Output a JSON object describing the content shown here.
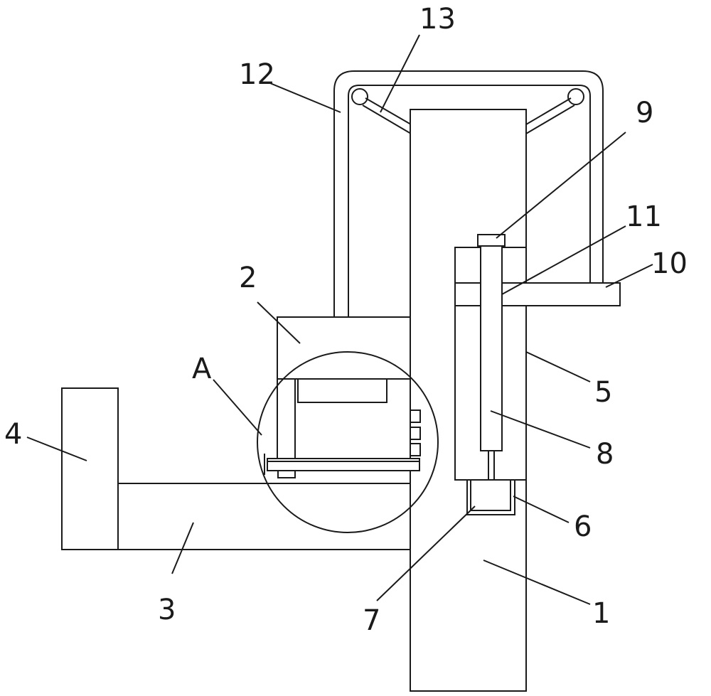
{
  "diagram": {
    "labels": {
      "l1": "1",
      "l2": "2",
      "l3": "3",
      "l4": "4",
      "l5": "5",
      "l6": "6",
      "l7": "7",
      "l8": "8",
      "l9": "9",
      "l10": "10",
      "l11": "11",
      "l12": "12",
      "l13": "13",
      "lA": "A"
    },
    "colors": {
      "stroke": "#1a1a1a",
      "background": "#ffffff"
    }
  }
}
